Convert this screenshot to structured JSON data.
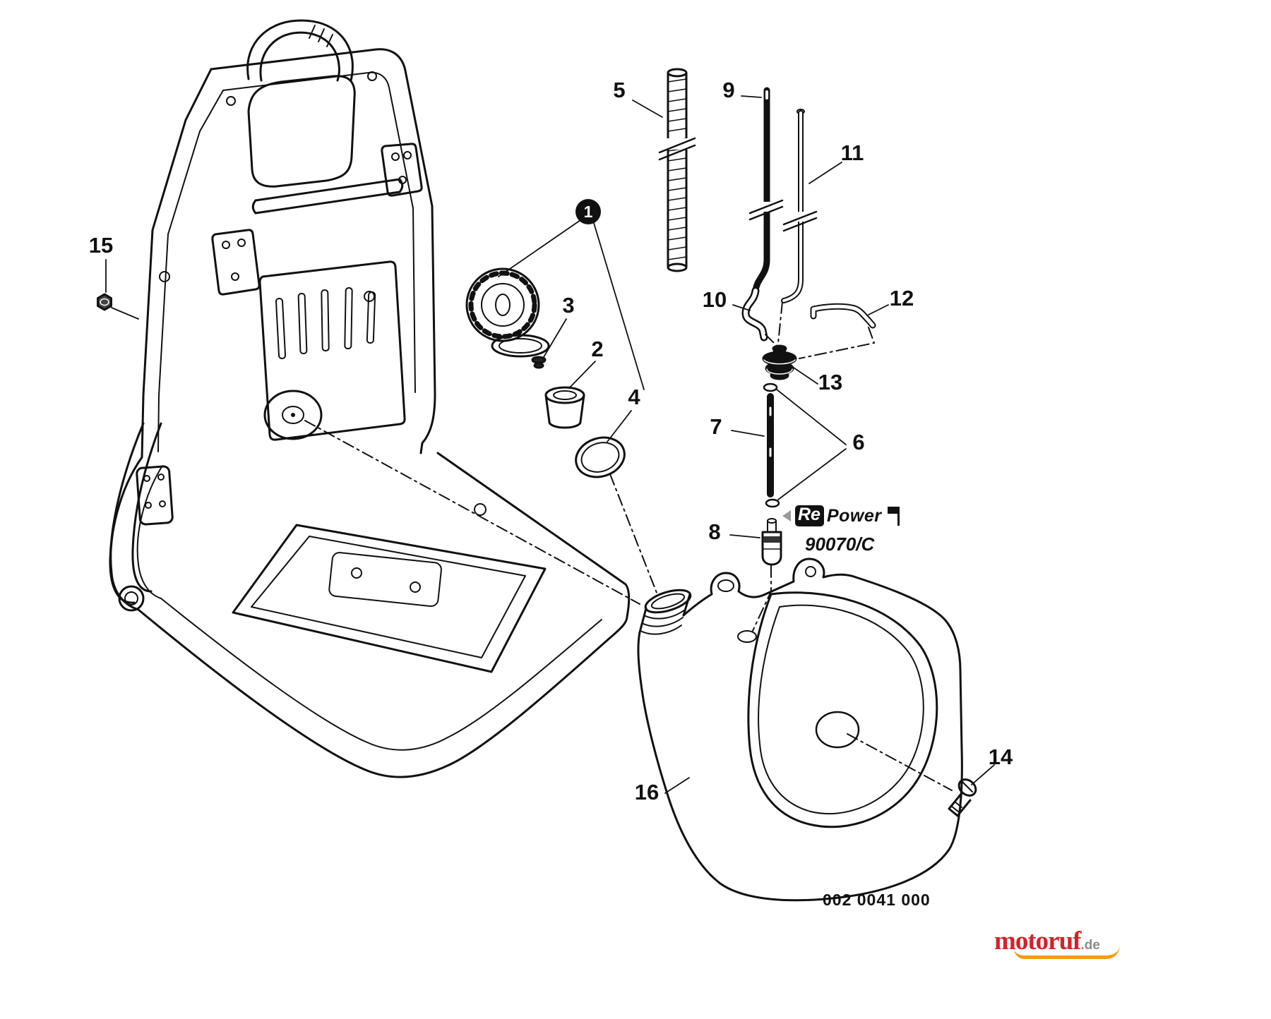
{
  "diagram": {
    "part_labels": {
      "n1": "1",
      "n2": "2",
      "n3": "3",
      "n4": "4",
      "n5": "5",
      "n6": "6",
      "n7": "7",
      "n8": "8",
      "n9": "9",
      "n10": "10",
      "n11": "11",
      "n12": "12",
      "n13": "13",
      "n14": "14",
      "n15": "15",
      "n16": "16"
    },
    "branding": {
      "repower_re": "Re",
      "repower_power": "Power",
      "model_code": "90070/C",
      "drawing_code": "002 0041 000",
      "site_name": "motoruf",
      "site_tld": ".de"
    },
    "colors": {
      "line": "#111111",
      "site_red": "#d2232a",
      "site_orange": "#f59c00"
    }
  }
}
